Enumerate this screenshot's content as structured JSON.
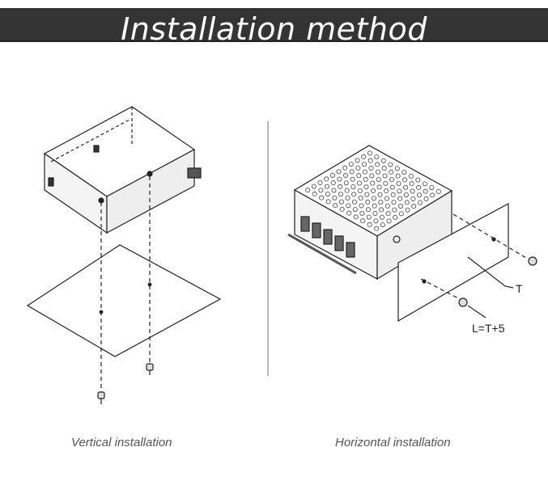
{
  "header": {
    "title": "Installation method"
  },
  "left": {
    "caption": "Vertical installation"
  },
  "right": {
    "caption": "Horizontal installation",
    "label_thickness": "T",
    "label_screw_length": "L=T+5"
  }
}
